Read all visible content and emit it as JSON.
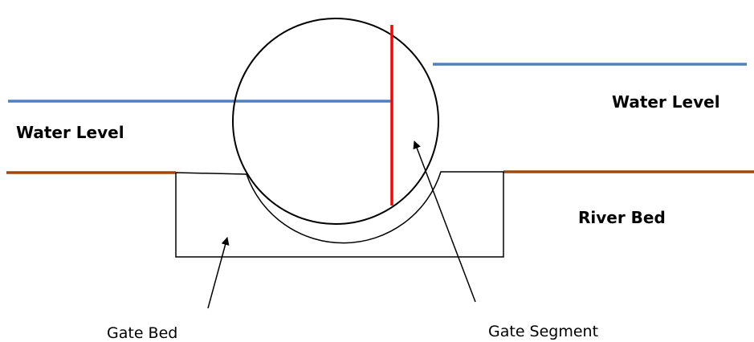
{
  "labels": {
    "water_level_left": "Water Level",
    "water_level_right": "Water Level",
    "river_bed": "River Bed",
    "gate_bed": "Gate Bed",
    "gate_segment": "Gate Segment"
  },
  "colors": {
    "water_line": "#4f81bd",
    "river_bed_line": "#9a4a12",
    "gate_divider": "#ff0000",
    "outline": "#000000"
  }
}
